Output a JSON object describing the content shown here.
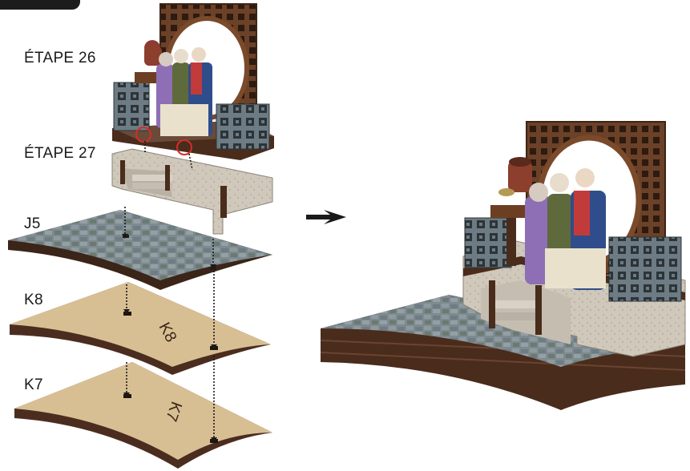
{
  "labels": {
    "step26": "ÉTAPE 26",
    "step27": "ÉTAPE 27",
    "j5": "J5",
    "k8": "K8",
    "k7": "K7"
  },
  "plate_marks": {
    "k8": "K8",
    "k7": "K7"
  },
  "icons": {
    "arrow": "right-arrow-icon",
    "glue_marker": "red-circle-icon"
  },
  "colors": {
    "wood_dark": "#5a3a28",
    "cardboard": "#d9bf93",
    "stone_floor": "#7f8d93",
    "stone_block": "#c9c2b6",
    "marker_red": "#d62c25"
  }
}
